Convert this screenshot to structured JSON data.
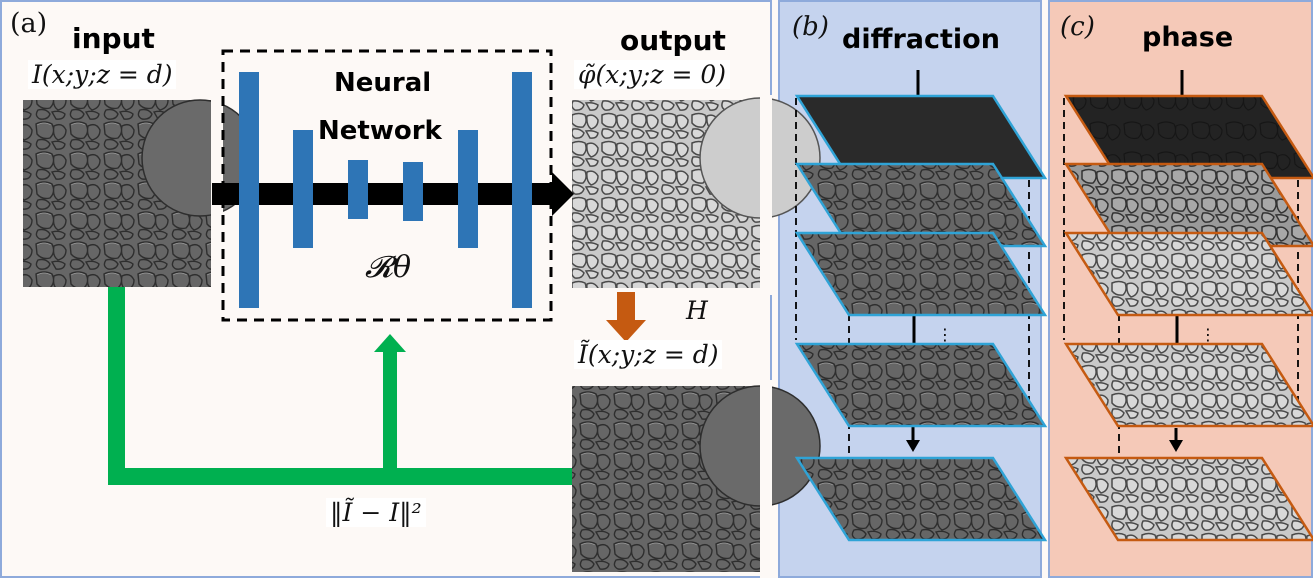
{
  "panel_a": {
    "tag": "(a)",
    "input_title": "input",
    "input_formula": "I(x;y;z = d)",
    "output_title": "output",
    "output_formula": "φ̃(x;y;z = 0)",
    "network_title_line1": "Neural",
    "network_title_line2": "Network",
    "network_symbol": "𝓡θ",
    "propagation_operator": "H",
    "reconstructed_formula": "Ĩ(x;y;z = d)",
    "loss_formula": "‖Ĩ − I‖²",
    "colors": {
      "layer_bars": "#2e75b6",
      "forward_arrow": "#000000",
      "loss_path": "#00b050",
      "propagation_arrow": "#c55a11"
    }
  },
  "panel_b": {
    "tag": "(b)",
    "title": "diffraction",
    "stack_layers": 5,
    "ellipsis": "⋮",
    "colors": {
      "background": "#c5d3ee",
      "layer_edge": "#2fa3d6"
    }
  },
  "panel_c": {
    "tag": "(c)",
    "title": "phase",
    "stack_layers": 5,
    "ellipsis": "⋮",
    "colors": {
      "background": "#f5c9b8",
      "layer_edge": "#c55a11"
    }
  }
}
